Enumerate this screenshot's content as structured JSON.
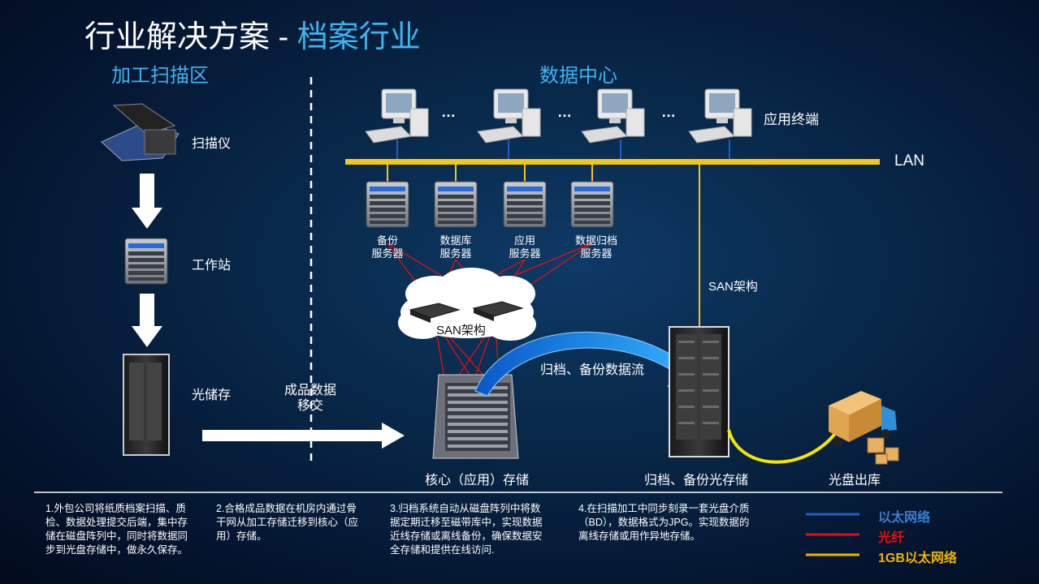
{
  "title": {
    "prefix": "行业解决方案 - ",
    "accent": "档案行业"
  },
  "zones": {
    "scan": "加工扫描区",
    "datacenter": "数据中心"
  },
  "scan_area": {
    "scanner": "扫描仪",
    "workstation": "工作站",
    "optical_storage": "光储存"
  },
  "transfer": {
    "line1": "成品数据",
    "line2": "移交"
  },
  "terminals": {
    "label": "应用终端",
    "ellipsis": "…"
  },
  "lan": {
    "label": "LAN"
  },
  "servers": [
    {
      "line1": "备份",
      "line2": "服务器"
    },
    {
      "line1": "数据库",
      "line2": "服务器"
    },
    {
      "line1": "应用",
      "line2": "服务器"
    },
    {
      "line1": "数据归档",
      "line2": "服务器"
    }
  ],
  "san": {
    "cloud_label": "SAN架构",
    "vertical_label": "SAN架构"
  },
  "flow_label": "归档、备份数据流",
  "core_storage": "核心（应用）存储",
  "archive_storage": "归档、备份光存储",
  "disc_out": "光盘出库",
  "notes": [
    "1.外包公司将纸质档案扫描、质检、数据处理提交后端，集中存储在磁盘阵列中，同时将数据同步到光盘存储中，做永久保存。",
    "2.合格成品数据在机房内通过骨干网从加工存储迁移到核心（应用）存储。",
    "3.归档系统自动从磁盘阵列中将数据定期迁移至磁带库中，实现数据近线存储或离线备份，确保数据安全存储和提供在线访问.",
    "4.在扫描加工中同步刻录一套光盘介质（BD），数据格式为JPG。实现数据的离线存储或用作异地存储。"
  ],
  "legend": [
    {
      "label": "以太网络",
      "color": "#1f5fbf"
    },
    {
      "label": "光纤",
      "color": "#e01010"
    },
    {
      "label": "1GB以太网络",
      "color": "#f2b400"
    }
  ],
  "colors": {
    "accent": "#3fb3f0",
    "lan": "#f5c518",
    "fiber": "#e01010",
    "ethernet": "#1f5fbf"
  }
}
